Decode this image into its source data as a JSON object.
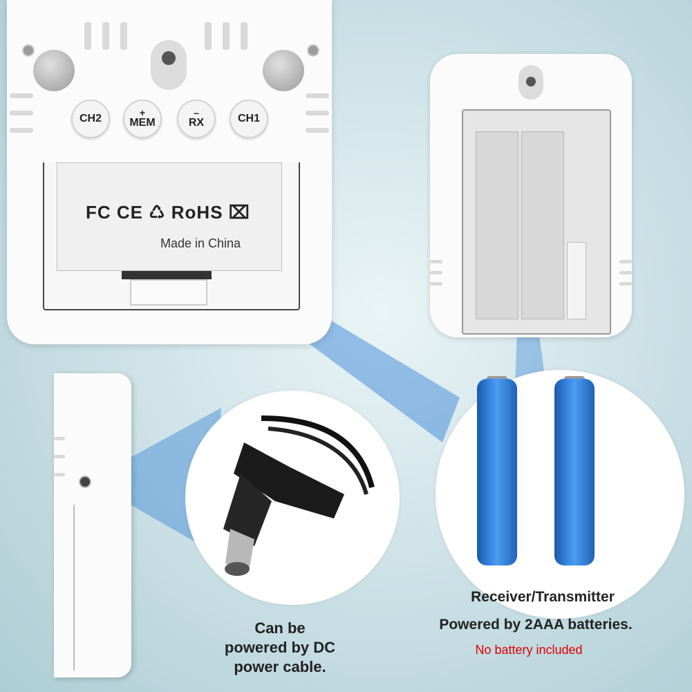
{
  "receiver": {
    "buttons": [
      {
        "label": "CH2",
        "symbol": ""
      },
      {
        "label": "MEM",
        "symbol": "+"
      },
      {
        "label": "RX",
        "symbol": "–"
      },
      {
        "label": "CH1",
        "symbol": ""
      }
    ],
    "certifications": "FC CE ♺ RoHS ⌧",
    "made_in": "Made in China"
  },
  "captions": {
    "dc_power": [
      "Can be",
      "powered by DC",
      "power cable."
    ],
    "receiver_transmitter": "Receiver/Transmitter",
    "batteries": "Powered by 2AAA batteries.",
    "no_battery": "No battery included"
  },
  "colors": {
    "accent_blue": "#3a8ae6",
    "warning_red": "#e00000",
    "background": "#cfe3e8"
  }
}
